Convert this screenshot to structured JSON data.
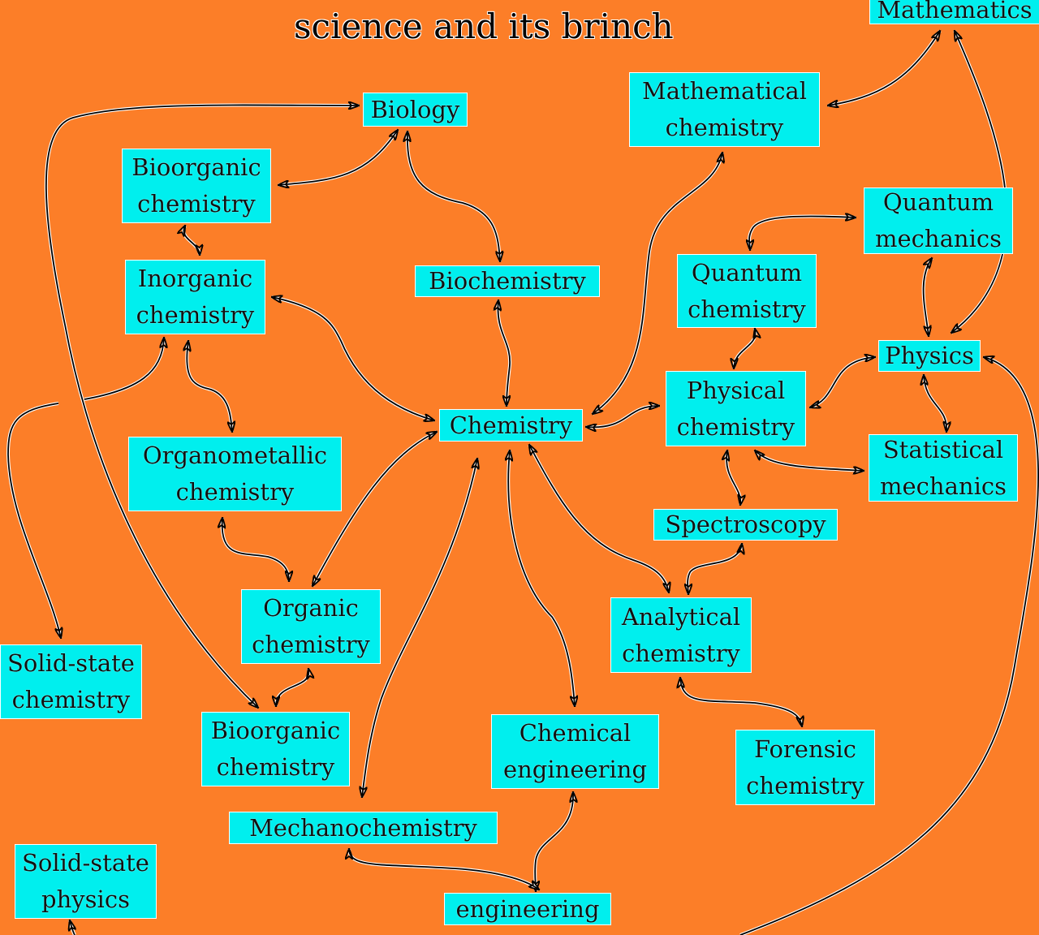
{
  "title": "science and its brinch",
  "colors": {
    "background": "#fc7e28",
    "node_fill": "#00efee",
    "node_border": "#ffffff",
    "edge": "#000000"
  },
  "nodes": {
    "mathematics": [
      "Mathematics"
    ],
    "biology": [
      "Biology"
    ],
    "mathematical_chemistry": [
      "Mathematical",
      "chemistry"
    ],
    "bioorganic_chemistry_top": [
      "Bioorganic",
      "chemistry"
    ],
    "quantum_mechanics": [
      "Quantum",
      "mechanics"
    ],
    "inorganic_chemistry": [
      "Inorganic",
      "chemistry"
    ],
    "biochemistry": [
      "Biochemistry"
    ],
    "quantum_chemistry": [
      "Quantum",
      "chemistry"
    ],
    "physics": [
      "Physics"
    ],
    "physical_chemistry": [
      "Physical",
      "chemistry"
    ],
    "chemistry": [
      "Chemistry"
    ],
    "organometallic_chemistry": [
      "Organometallic",
      "chemistry"
    ],
    "statistical_mechanics": [
      "Statistical",
      "mechanics"
    ],
    "spectroscopy": [
      "Spectroscopy"
    ],
    "organic_chemistry": [
      "Organic",
      "chemistry"
    ],
    "analytical_chemistry": [
      "Analytical",
      "chemistry"
    ],
    "solid_state_chemistry": [
      "Solid-state",
      "chemistry"
    ],
    "bioorganic_chemistry_bottom": [
      "Bioorganic",
      "chemistry"
    ],
    "chemical_engineering": [
      "Chemical",
      "engineering"
    ],
    "forensic_chemistry": [
      "Forensic",
      "chemistry"
    ],
    "mechanochemistry": [
      "Mechanochemistry"
    ],
    "solid_state_physics": [
      "Solid-state",
      "physics"
    ],
    "engineering": [
      "engineering"
    ]
  }
}
